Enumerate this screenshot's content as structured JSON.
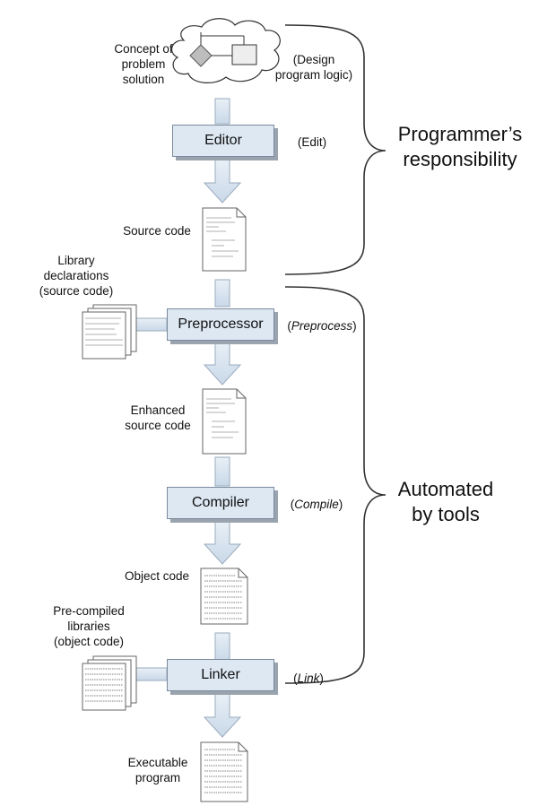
{
  "steps": {
    "concept": "Concept of\nproblem\nsolution",
    "design": "(Design\nprogram logic)",
    "editor": "Editor",
    "edit": "Edit",
    "source_code": "Source code",
    "library_decl": "Library\ndeclarations\n(source code)",
    "preprocessor": "Preprocessor",
    "preprocess": "Preprocess",
    "enhanced": "Enhanced\nsource code",
    "compiler": "Compiler",
    "compile": "Compile",
    "object_code": "Object code",
    "precompiled": "Pre-compiled\nlibraries\n(object code)",
    "linker": "Linker",
    "link": "Link",
    "executable": "Executable\nprogram"
  },
  "braces": {
    "programmer": "Programmer’s\nresponsibility",
    "automated": "Automated\nby tools"
  },
  "colors": {
    "box_fill": "#dde8f3",
    "arrow_fill": "#dde8f3",
    "arrow_stroke": "#9aabbd"
  }
}
